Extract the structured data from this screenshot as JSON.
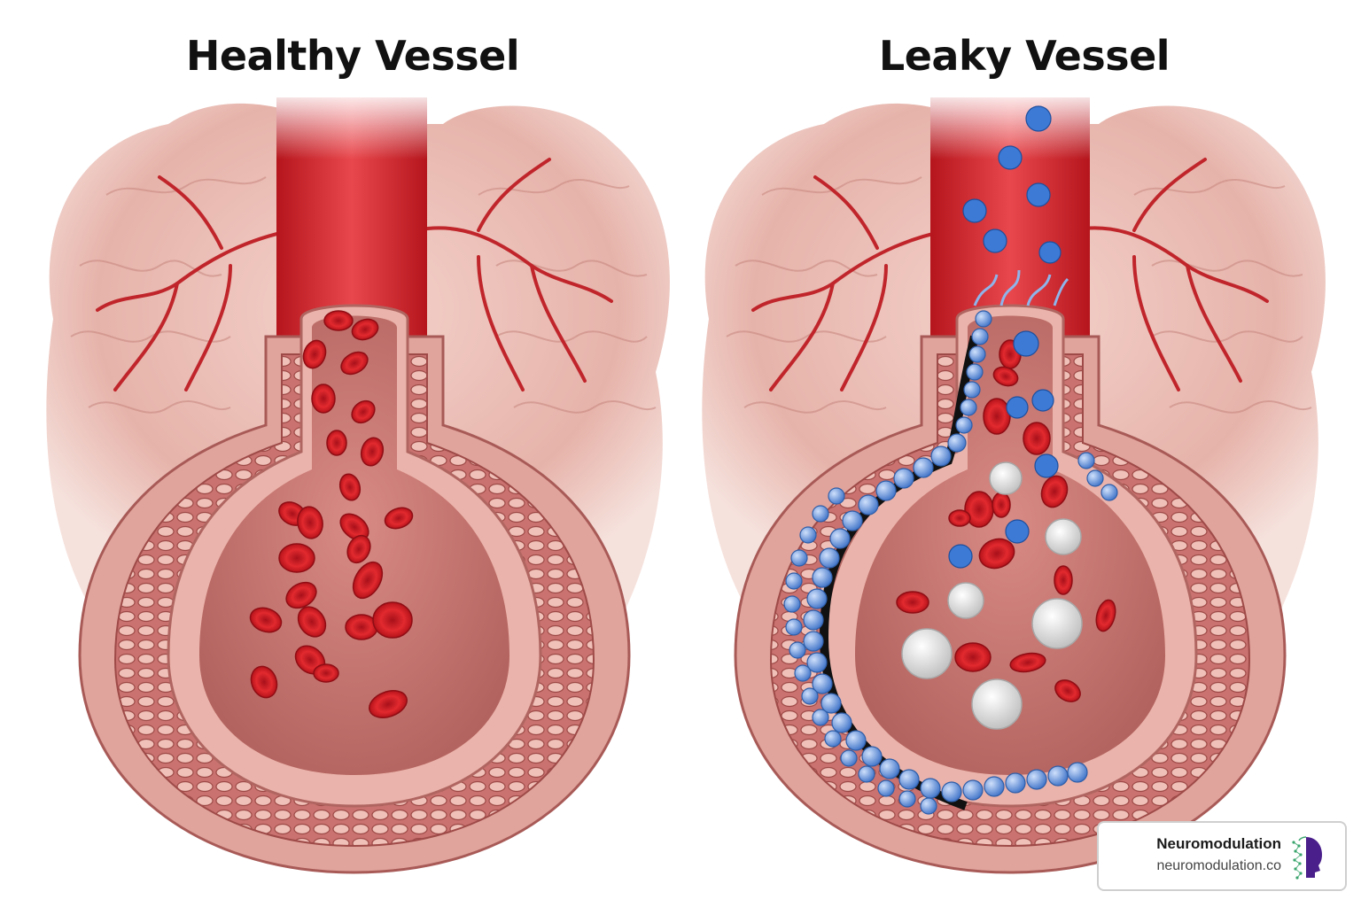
{
  "panels": [
    {
      "title": "Healthy Vessel"
    },
    {
      "title": "Leaky Vessel"
    }
  ],
  "brand": {
    "name": "Neuromodulation",
    "url": "neuromodulation.co"
  },
  "colors": {
    "tissue": "#e8b7ae",
    "vessel_red": "#c8202a",
    "wall": "#c9726f",
    "leak_blue": "#4f86d8",
    "white_cell": "#eeeeee"
  }
}
